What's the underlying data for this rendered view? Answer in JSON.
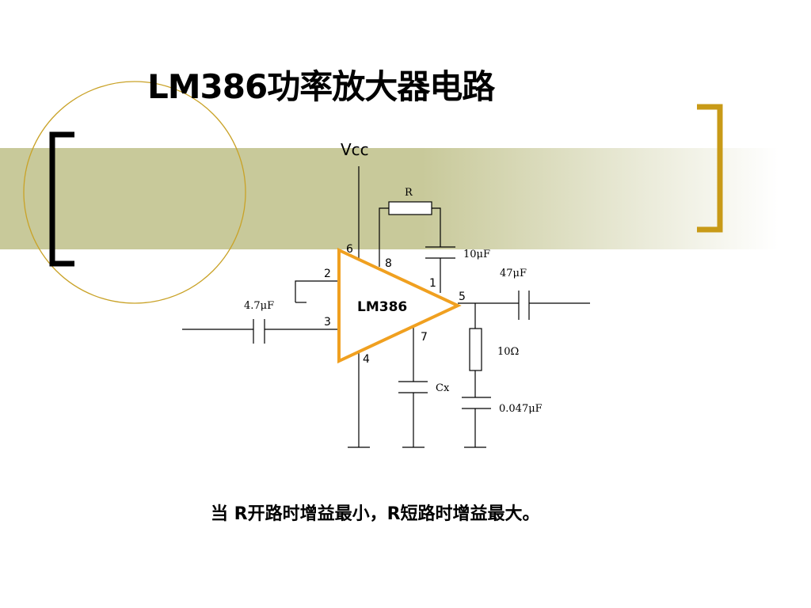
{
  "slide": {
    "title": "LM386功率放大器电路",
    "caption": "当 R开路时增益最小，R短路时增益最大。"
  },
  "circuit": {
    "supply_label": "Vcc",
    "ic_label": "LM386",
    "pins": {
      "p2": "2",
      "p3": "3",
      "p4": "4",
      "p5": "5",
      "p6": "6",
      "p7": "7",
      "p8": "8",
      "p1": "1"
    },
    "components": {
      "r_gain": "R",
      "c_gain": "10μF",
      "c_input": "4.7μF",
      "c_output": "47μF",
      "r_zobel": "10Ω",
      "c_zobel": "0.047μF",
      "c_bypass": "Cx"
    }
  },
  "colors": {
    "band": "#c8c99a",
    "circle": "#c9a227",
    "left_bracket": "#000000",
    "right_bracket": "#c89a17",
    "amplifier": "#f0a020"
  }
}
